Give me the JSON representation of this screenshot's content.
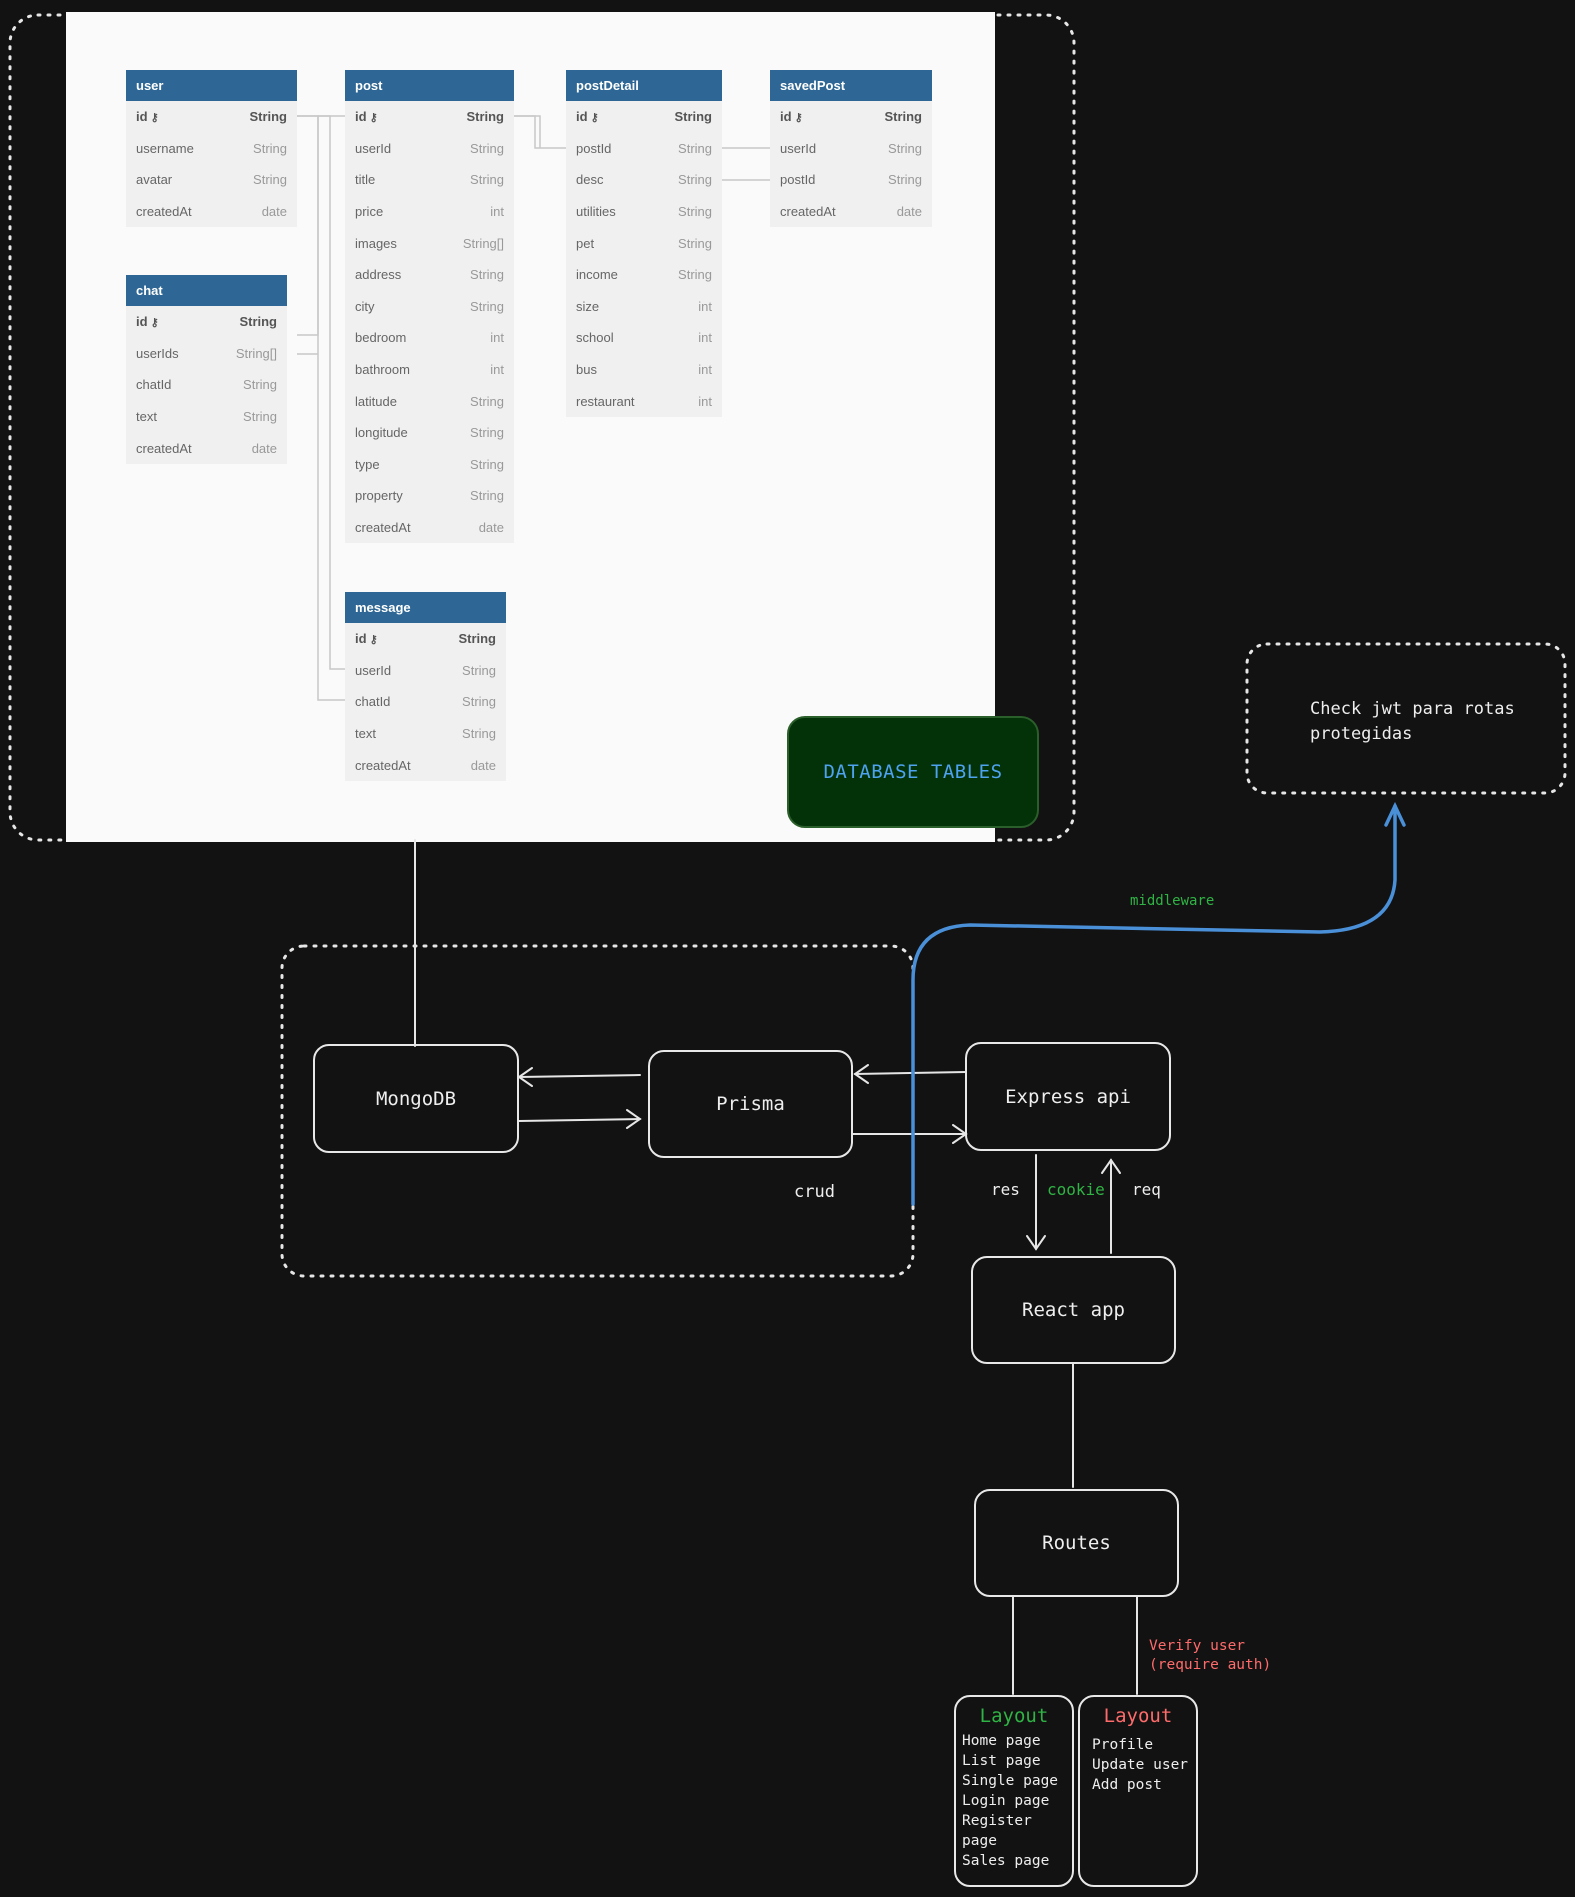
{
  "tables": [
    {
      "name": "user",
      "fields": [
        {
          "name": "id",
          "type": "String",
          "pk": true
        },
        {
          "name": "username",
          "type": "String"
        },
        {
          "name": "avatar",
          "type": "String"
        },
        {
          "name": "createdAt",
          "type": "date"
        }
      ]
    },
    {
      "name": "chat",
      "fields": [
        {
          "name": "id",
          "type": "String",
          "pk": true
        },
        {
          "name": "userIds",
          "type": "String[]"
        },
        {
          "name": "chatId",
          "type": "String"
        },
        {
          "name": "text",
          "type": "String"
        },
        {
          "name": "createdAt",
          "type": "date"
        }
      ]
    },
    {
      "name": "post",
      "fields": [
        {
          "name": "id",
          "type": "String",
          "pk": true
        },
        {
          "name": "userId",
          "type": "String"
        },
        {
          "name": "title",
          "type": "String"
        },
        {
          "name": "price",
          "type": "int"
        },
        {
          "name": "images",
          "type": "String[]"
        },
        {
          "name": "address",
          "type": "String"
        },
        {
          "name": "city",
          "type": "String"
        },
        {
          "name": "bedroom",
          "type": "int"
        },
        {
          "name": "bathroom",
          "type": "int"
        },
        {
          "name": "latitude",
          "type": "String"
        },
        {
          "name": "longitude",
          "type": "String"
        },
        {
          "name": "type",
          "type": "String"
        },
        {
          "name": "property",
          "type": "String"
        },
        {
          "name": "createdAt",
          "type": "date"
        }
      ]
    },
    {
      "name": "postDetail",
      "fields": [
        {
          "name": "id",
          "type": "String",
          "pk": true
        },
        {
          "name": "postId",
          "type": "String"
        },
        {
          "name": "desc",
          "type": "String"
        },
        {
          "name": "utilities",
          "type": "String"
        },
        {
          "name": "pet",
          "type": "String"
        },
        {
          "name": "income",
          "type": "String"
        },
        {
          "name": "size",
          "type": "int"
        },
        {
          "name": "school",
          "type": "int"
        },
        {
          "name": "bus",
          "type": "int"
        },
        {
          "name": "restaurant",
          "type": "int"
        }
      ]
    },
    {
      "name": "savedPost",
      "fields": [
        {
          "name": "id",
          "type": "String",
          "pk": true
        },
        {
          "name": "userId",
          "type": "String"
        },
        {
          "name": "postId",
          "type": "String"
        },
        {
          "name": "createdAt",
          "type": "date"
        }
      ]
    },
    {
      "name": "message",
      "fields": [
        {
          "name": "id",
          "type": "String",
          "pk": true
        },
        {
          "name": "userId",
          "type": "String"
        },
        {
          "name": "chatId",
          "type": "String"
        },
        {
          "name": "text",
          "type": "String"
        },
        {
          "name": "createdAt",
          "type": "date"
        }
      ]
    }
  ],
  "db_label": "DATABASE TABLES",
  "nodes": {
    "mongodb": "MongoDB",
    "prisma": "Prisma",
    "express": "Express api",
    "react": "React app",
    "routes": "Routes",
    "jwt_note": "Check jwt para rotas protegidas"
  },
  "edge_labels": {
    "crud": "crud",
    "res": "res",
    "cookie": "cookie",
    "req": "req",
    "middleware": "middleware",
    "verify": "Verify user\n(require auth)"
  },
  "layouts": {
    "public": {
      "title": "Layout",
      "pages": [
        "Home page",
        "List page",
        "Single page",
        "Login page",
        "Register page",
        "Sales page"
      ]
    },
    "protected": {
      "title": "Layout",
      "pages": [
        "Profile",
        "Update user",
        "Add post"
      ]
    }
  },
  "colors": {
    "header": "#2e6795",
    "accent_green": "#2fb344",
    "accent_red": "#ff6b6b",
    "middleware_line": "#4a90d9"
  }
}
